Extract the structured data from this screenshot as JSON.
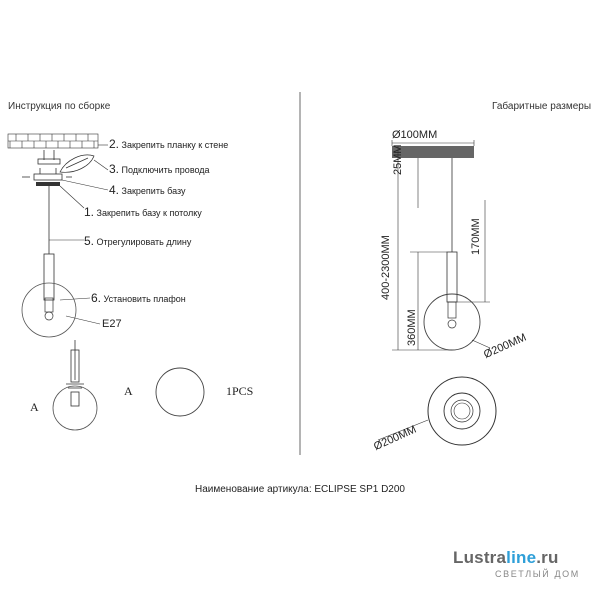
{
  "left_panel": {
    "title": "Инструкция по сборке",
    "steps": [
      {
        "num": "2.",
        "text": "Закрепить планку к стене"
      },
      {
        "num": "3.",
        "text": "Подключить провода"
      },
      {
        "num": "4.",
        "text": "Закрепить базу"
      },
      {
        "num": "1.",
        "text": "Закрепить базу к потолку"
      },
      {
        "num": "5.",
        "text": "Отрегулировать длину"
      },
      {
        "num": "6.",
        "text": "Установить плафон"
      }
    ],
    "socket_label": "E27",
    "part_a_label": "A",
    "part_a_label_2": "A",
    "qty_label": "1PCS"
  },
  "right_panel": {
    "title": "Габаритные размеры",
    "dim_canopy": "Ø100MM",
    "dim_canopy_height": "25MM",
    "dim_rod": "170MM",
    "dim_total": "400-2300MM",
    "dim_body": "360MM",
    "dim_shade_side": "Ø200MM",
    "dim_shade_top": "Ø200MM"
  },
  "footer": {
    "article": "Наименование артикула: ECLIPSE SP1 D200"
  },
  "watermark": {
    "brand_main": "Lustra",
    "brand_accent": "line",
    "brand_tld": ".ru",
    "tagline": "СВЕТЛЫЙ ДОМ"
  }
}
